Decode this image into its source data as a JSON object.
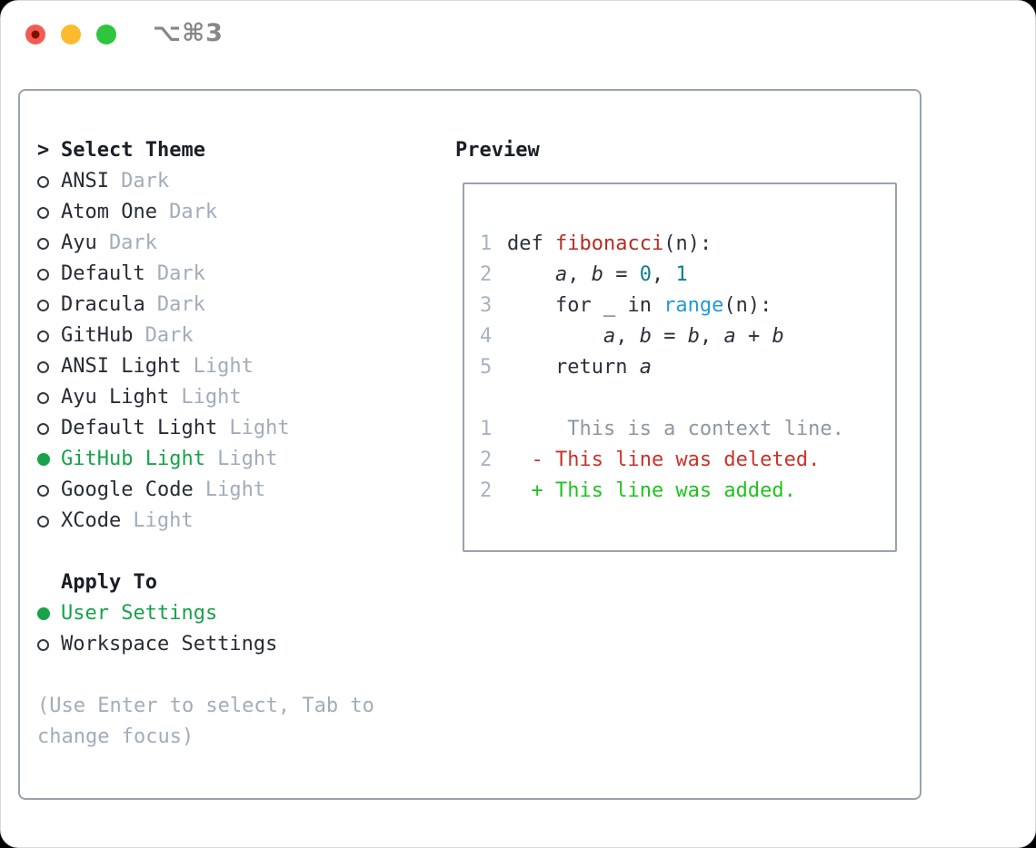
{
  "window": {
    "title": "⌥⌘3",
    "traffic_lights": [
      "close",
      "minimize",
      "zoom"
    ]
  },
  "theme_panel": {
    "header": {
      "marker": ">",
      "label": "Select Theme"
    },
    "items": [
      {
        "name": "ANSI",
        "variant": "Dark",
        "selected": false
      },
      {
        "name": "Atom One",
        "variant": "Dark",
        "selected": false
      },
      {
        "name": "Ayu",
        "variant": "Dark",
        "selected": false
      },
      {
        "name": "Default",
        "variant": "Dark",
        "selected": false
      },
      {
        "name": "Dracula",
        "variant": "Dark",
        "selected": false
      },
      {
        "name": "GitHub",
        "variant": "Dark",
        "selected": false
      },
      {
        "name": "ANSI Light",
        "variant": "Light",
        "selected": false
      },
      {
        "name": "Ayu Light",
        "variant": "Light",
        "selected": false
      },
      {
        "name": "Default Light",
        "variant": "Light",
        "selected": false
      },
      {
        "name": "GitHub Light",
        "variant": "Light",
        "selected": true
      },
      {
        "name": "Google Code",
        "variant": "Light",
        "selected": false
      },
      {
        "name": "XCode",
        "variant": "Light",
        "selected": false
      }
    ],
    "apply_to": {
      "label": "Apply To",
      "options": [
        {
          "name": "User Settings",
          "selected": true
        },
        {
          "name": "Workspace Settings",
          "selected": false
        }
      ]
    },
    "hint": "(Use Enter to select, Tab to change focus)"
  },
  "preview": {
    "label": "Preview",
    "code_lines": [
      {
        "num": "1",
        "tokens": [
          {
            "t": "def ",
            "c": "p"
          },
          {
            "t": "fibonacci",
            "c": "fn"
          },
          {
            "t": "(n):",
            "c": "p"
          }
        ]
      },
      {
        "num": "2",
        "tokens": [
          {
            "t": "    ",
            "c": "p"
          },
          {
            "t": "a",
            "c": "v"
          },
          {
            "t": ", ",
            "c": "p"
          },
          {
            "t": "b",
            "c": "v"
          },
          {
            "t": " = ",
            "c": "p"
          },
          {
            "t": "0",
            "c": "num"
          },
          {
            "t": ", ",
            "c": "p"
          },
          {
            "t": "1",
            "c": "num"
          }
        ]
      },
      {
        "num": "3",
        "tokens": [
          {
            "t": "    for _ in ",
            "c": "p"
          },
          {
            "t": "range",
            "c": "call"
          },
          {
            "t": "(n):",
            "c": "p"
          }
        ]
      },
      {
        "num": "4",
        "tokens": [
          {
            "t": "        ",
            "c": "p"
          },
          {
            "t": "a",
            "c": "v"
          },
          {
            "t": ", ",
            "c": "p"
          },
          {
            "t": "b",
            "c": "v"
          },
          {
            "t": " = ",
            "c": "p"
          },
          {
            "t": "b",
            "c": "v"
          },
          {
            "t": ", ",
            "c": "p"
          },
          {
            "t": "a",
            "c": "v"
          },
          {
            "t": " + ",
            "c": "p"
          },
          {
            "t": "b",
            "c": "v"
          }
        ]
      },
      {
        "num": "5",
        "tokens": [
          {
            "t": "    return ",
            "c": "p"
          },
          {
            "t": "a",
            "c": "v"
          }
        ]
      },
      {
        "num": "",
        "tokens": []
      },
      {
        "num": "1",
        "tokens": [
          {
            "t": "     This is a context line.",
            "c": "ctx"
          }
        ]
      },
      {
        "num": "2",
        "tokens": [
          {
            "t": "  - This line was deleted.",
            "c": "del"
          }
        ]
      },
      {
        "num": "2",
        "tokens": [
          {
            "t": "  + This line was added.",
            "c": "add"
          }
        ]
      }
    ]
  },
  "colors": {
    "selected_green": "#16a34a",
    "diff_added_green": "#1ec41e",
    "diff_deleted_red": "#cb3227",
    "function_name_red": "#b32d23",
    "number_teal": "#0d7e8a",
    "builtin_call_blue": "#2499d6",
    "muted_gray": "#a2acba",
    "line_number_gray": "#a8b3c1",
    "panel_border_gray": "#99a3ae",
    "text_dark": "#272c35",
    "traffic_red": "#f35b51",
    "traffic_yellow": "#fcbb2d",
    "traffic_green": "#2fc53e"
  }
}
